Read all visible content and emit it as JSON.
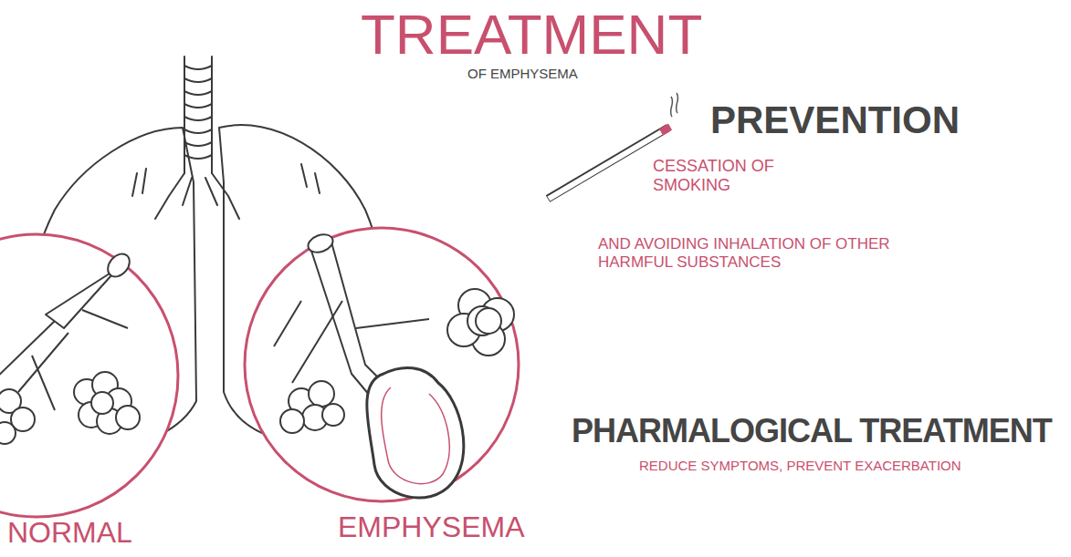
{
  "diagram": {
    "title": "TREATMENT",
    "labels": [
      "OF EMPHYSEMA",
      "PREVENTION",
      "CESSATION OF SMOKING",
      "AND AVOIDING INHALATION OF OTHER HARMFUL SUBSTANCES",
      "PHARMALOGICAL TREATMENT",
      "REDUCE SYMPTOMS, PREVENT EXACERBATION",
      "NORMAL",
      "EMPHYSEMA"
    ]
  }
}
